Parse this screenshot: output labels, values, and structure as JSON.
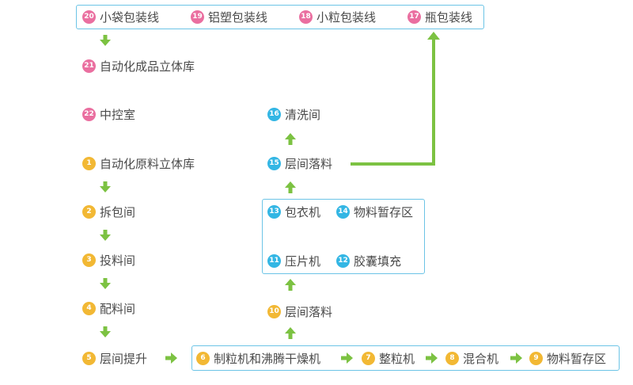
{
  "nodes": {
    "n20": {
      "num": "20",
      "label": "小袋包装线",
      "color": "pink"
    },
    "n19": {
      "num": "19",
      "label": "铝塑包装线",
      "color": "pink"
    },
    "n18": {
      "num": "18",
      "label": "小粒包装线",
      "color": "pink"
    },
    "n17": {
      "num": "17",
      "label": "瓶包装线",
      "color": "pink"
    },
    "n21": {
      "num": "21",
      "label": "自动化成品立体库",
      "color": "pink"
    },
    "n22": {
      "num": "22",
      "label": "中控室",
      "color": "pink"
    },
    "n16": {
      "num": "16",
      "label": "清洗间",
      "color": "blue"
    },
    "n15": {
      "num": "15",
      "label": "层间落料",
      "color": "blue"
    },
    "n13": {
      "num": "13",
      "label": "包衣机",
      "color": "blue"
    },
    "n14": {
      "num": "14",
      "label": "物料暂存区",
      "color": "blue"
    },
    "n11": {
      "num": "11",
      "label": "压片机",
      "color": "blue"
    },
    "n12": {
      "num": "12",
      "label": "胶囊填充",
      "color": "blue"
    },
    "n10": {
      "num": "10",
      "label": "层间落料",
      "color": "yellow"
    },
    "n1": {
      "num": "1",
      "label": "自动化原料立体库",
      "color": "yellow"
    },
    "n2": {
      "num": "2",
      "label": "拆包间",
      "color": "yellow"
    },
    "n3": {
      "num": "3",
      "label": "投料间",
      "color": "yellow"
    },
    "n4": {
      "num": "4",
      "label": "配料间",
      "color": "yellow"
    },
    "n5": {
      "num": "5",
      "label": "层间提升",
      "color": "yellow"
    },
    "n6": {
      "num": "6",
      "label": "制粒机和沸腾干燥机",
      "color": "yellow"
    },
    "n7": {
      "num": "7",
      "label": "整粒机",
      "color": "yellow"
    },
    "n8": {
      "num": "8",
      "label": "混合机",
      "color": "yellow"
    },
    "n9": {
      "num": "9",
      "label": "物料暂存区",
      "color": "yellow"
    }
  },
  "colors": {
    "pink": "#ea6fa0",
    "yellow": "#f2b834",
    "blue": "#33b6e4",
    "arrow": "#7cc242",
    "box_border": "#6cc4e6",
    "text": "#4a4a4a"
  }
}
